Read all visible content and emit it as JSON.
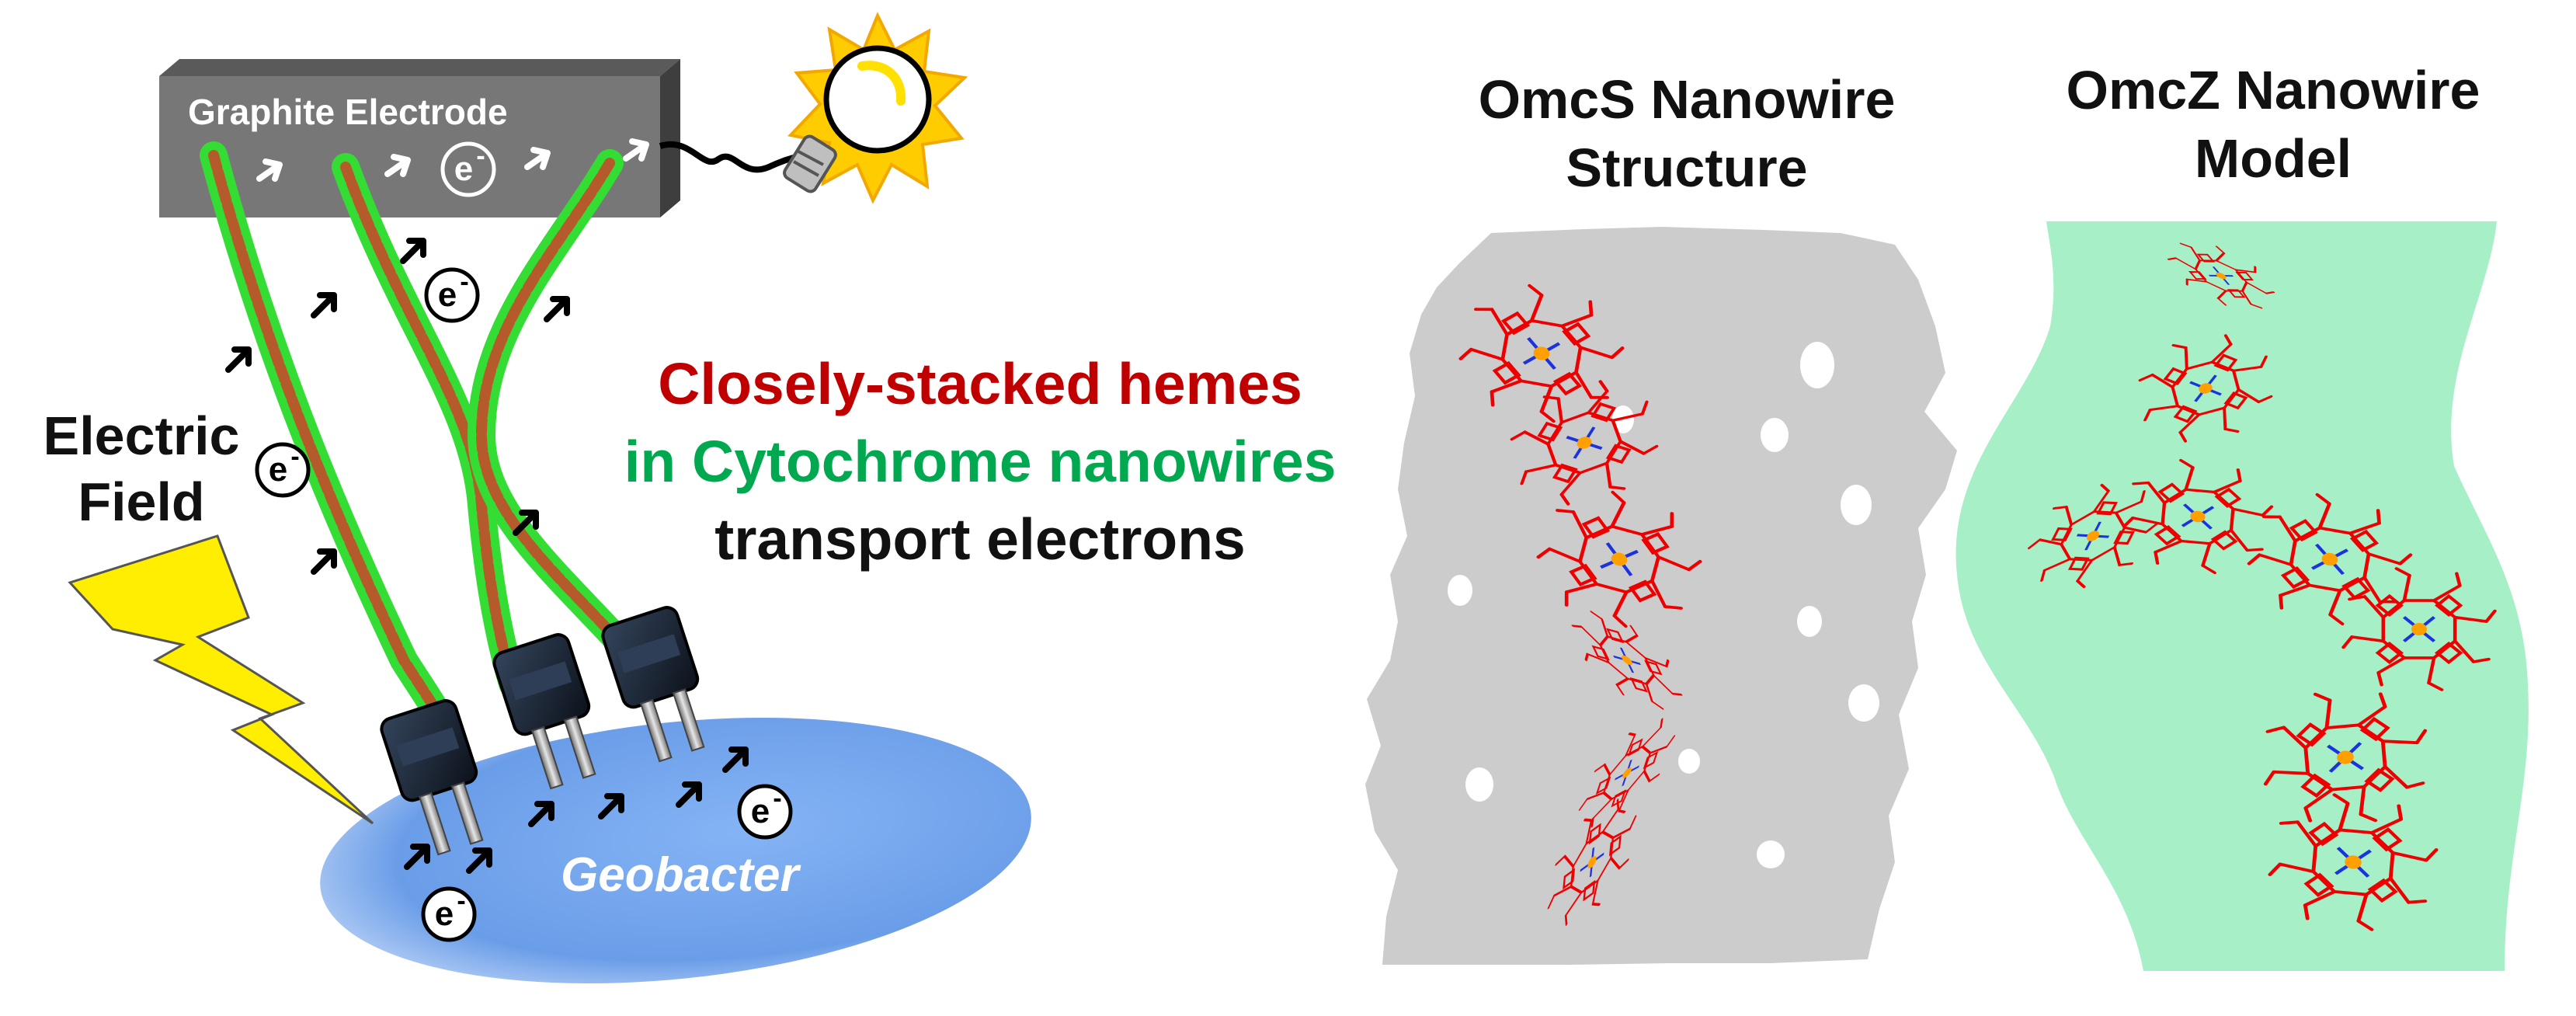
{
  "left_panel": {
    "electrode_label": "Graphite Electrode",
    "field_label_line1": "Electric",
    "field_label_line2": "Field",
    "electron_symbol": "e",
    "electron_charge": "-",
    "organism_label": "Geobacter"
  },
  "headline": {
    "line1": "Closely-stacked hemes",
    "line2": "in Cytochrome nanowires",
    "line3": "transport electrons"
  },
  "omcs_panel": {
    "title_line1": "OmcS Nanowire",
    "title_line2": "Structure"
  },
  "omcz_panel": {
    "title_line1": "OmcZ Nanowire",
    "title_line2": "Model"
  },
  "colors": {
    "electrode": "#777777",
    "nanowire_sheath": "#33dd33",
    "heme_chain": "#b55a2a",
    "headline_red": "#c00000",
    "headline_green": "#00a84f",
    "geobacter": "#6fa2ee",
    "lightning": "#ffee00",
    "bulb_glow": "#ffcc00",
    "omcs_density": "#cccccc",
    "omcz_density": "#a6efc7",
    "heme_red": "#ee0000",
    "heme_nitrogen": "#1a33dd",
    "heme_iron": "#ffa000"
  },
  "icons": [
    "graphite-electrode",
    "light-bulb-icon",
    "lightning-bolt-icon",
    "electric-plug-icon",
    "arrow-icon",
    "electron-icon",
    "heme-molecule-icon"
  ]
}
